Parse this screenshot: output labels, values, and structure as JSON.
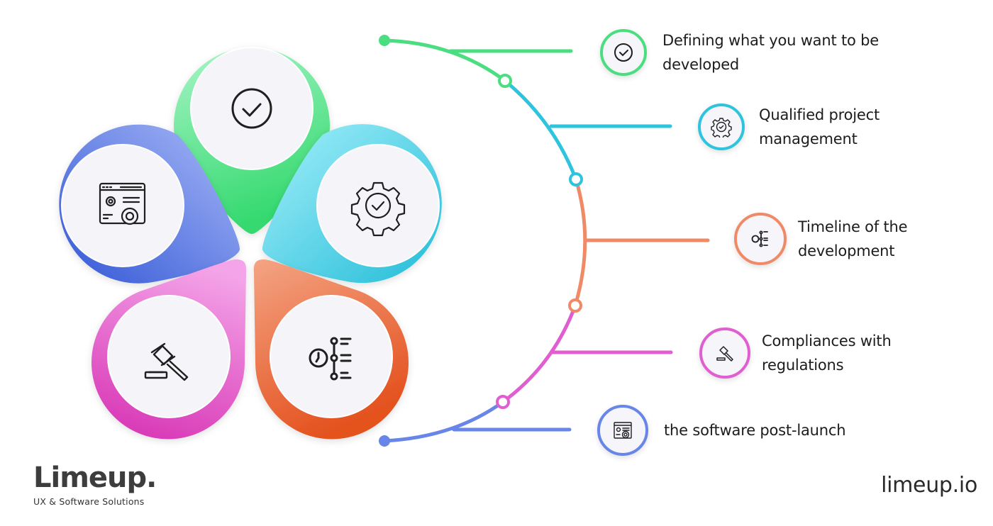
{
  "colors": {
    "green": "#4ade80",
    "cyan": "#2ec4de",
    "orange": "#f08a66",
    "pink": "#e05ed0",
    "blue": "#6786e8",
    "icon_stroke": "#1f1f1f",
    "inner_circle": "#f4f4f9"
  },
  "petals": [
    {
      "id": "green",
      "icon": "check-circle-icon"
    },
    {
      "id": "cyan",
      "icon": "gear-check-icon"
    },
    {
      "id": "orange",
      "icon": "timeline-icon"
    },
    {
      "id": "pink",
      "icon": "gavel-icon"
    },
    {
      "id": "blue",
      "icon": "browser-settings-icon"
    }
  ],
  "steps": [
    {
      "line1": "Defining what you want to be",
      "line2": "developed",
      "color": "#4ade80",
      "icon": "check-circle-icon"
    },
    {
      "line1": "Qualified project",
      "line2": "management",
      "color": "#2ec4de",
      "icon": "gear-check-icon"
    },
    {
      "line1": "Timeline of the",
      "line2": "development",
      "color": "#f08a66",
      "icon": "timeline-icon"
    },
    {
      "line1": "Compliances with",
      "line2": "regulations",
      "color": "#e05ed0",
      "icon": "gavel-icon"
    },
    {
      "line1": "the software post-launch",
      "line2": "",
      "color": "#6786e8",
      "icon": "browser-settings-icon"
    }
  ],
  "brand": {
    "name": "Limeup.",
    "tagline": "UX & Software Solutions",
    "site": "limeup.io"
  }
}
